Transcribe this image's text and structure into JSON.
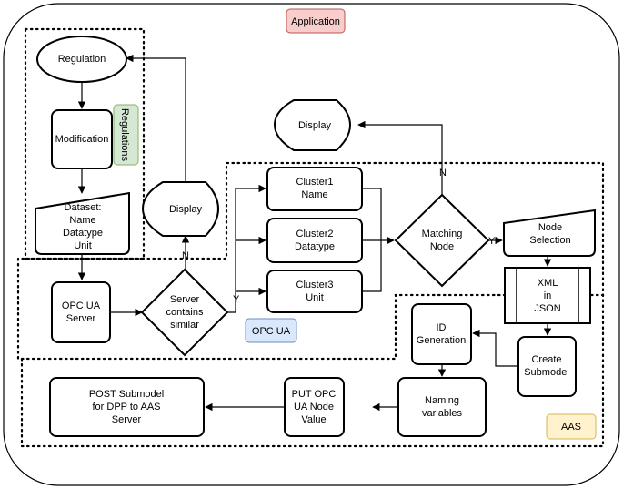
{
  "tags": {
    "application": "Application",
    "regulations": "Regulations",
    "opcua": "OPC UA",
    "aas": "AAS"
  },
  "nodes": {
    "regulation": [
      "Regulation"
    ],
    "modification": [
      "Modification"
    ],
    "dataset": [
      "Dataset:",
      "Name",
      "Datatype",
      "Unit"
    ],
    "opcua_server": [
      "OPC UA",
      "Server"
    ],
    "server_contains": [
      "Server",
      "contains",
      "similar"
    ],
    "display_left": [
      "Display"
    ],
    "display_top": [
      "Display"
    ],
    "cluster1": [
      "Cluster1",
      "Name"
    ],
    "cluster2": [
      "Cluster2",
      "Datatype"
    ],
    "cluster3": [
      "Cluster3",
      "Unit"
    ],
    "matching_node": [
      "Matching",
      "Node"
    ],
    "node_selection": [
      "Node",
      "Selection"
    ],
    "xml_json": [
      "XML",
      "in",
      "JSON"
    ],
    "id_generation": [
      "ID",
      "Generation"
    ],
    "create_submodel": [
      "Create",
      "Submodel"
    ],
    "naming_variables": [
      "Naming",
      "variables"
    ],
    "put_opc": [
      "PUT OPC",
      "UA Node",
      "Value"
    ],
    "post_submodel": [
      "POST Submodel",
      "for DPP to AAS",
      "Server"
    ]
  },
  "edge_labels": {
    "no": "N",
    "yes": "Y"
  },
  "colors": {
    "application_fill": "#f8cecc",
    "application_stroke": "#b85450",
    "regulations_fill": "#d5e8d4",
    "regulations_stroke": "#82b366",
    "opcua_fill": "#dae8fc",
    "opcua_stroke": "#6c8ebf",
    "aas_fill": "#fff2cc",
    "aas_stroke": "#d6b656"
  }
}
